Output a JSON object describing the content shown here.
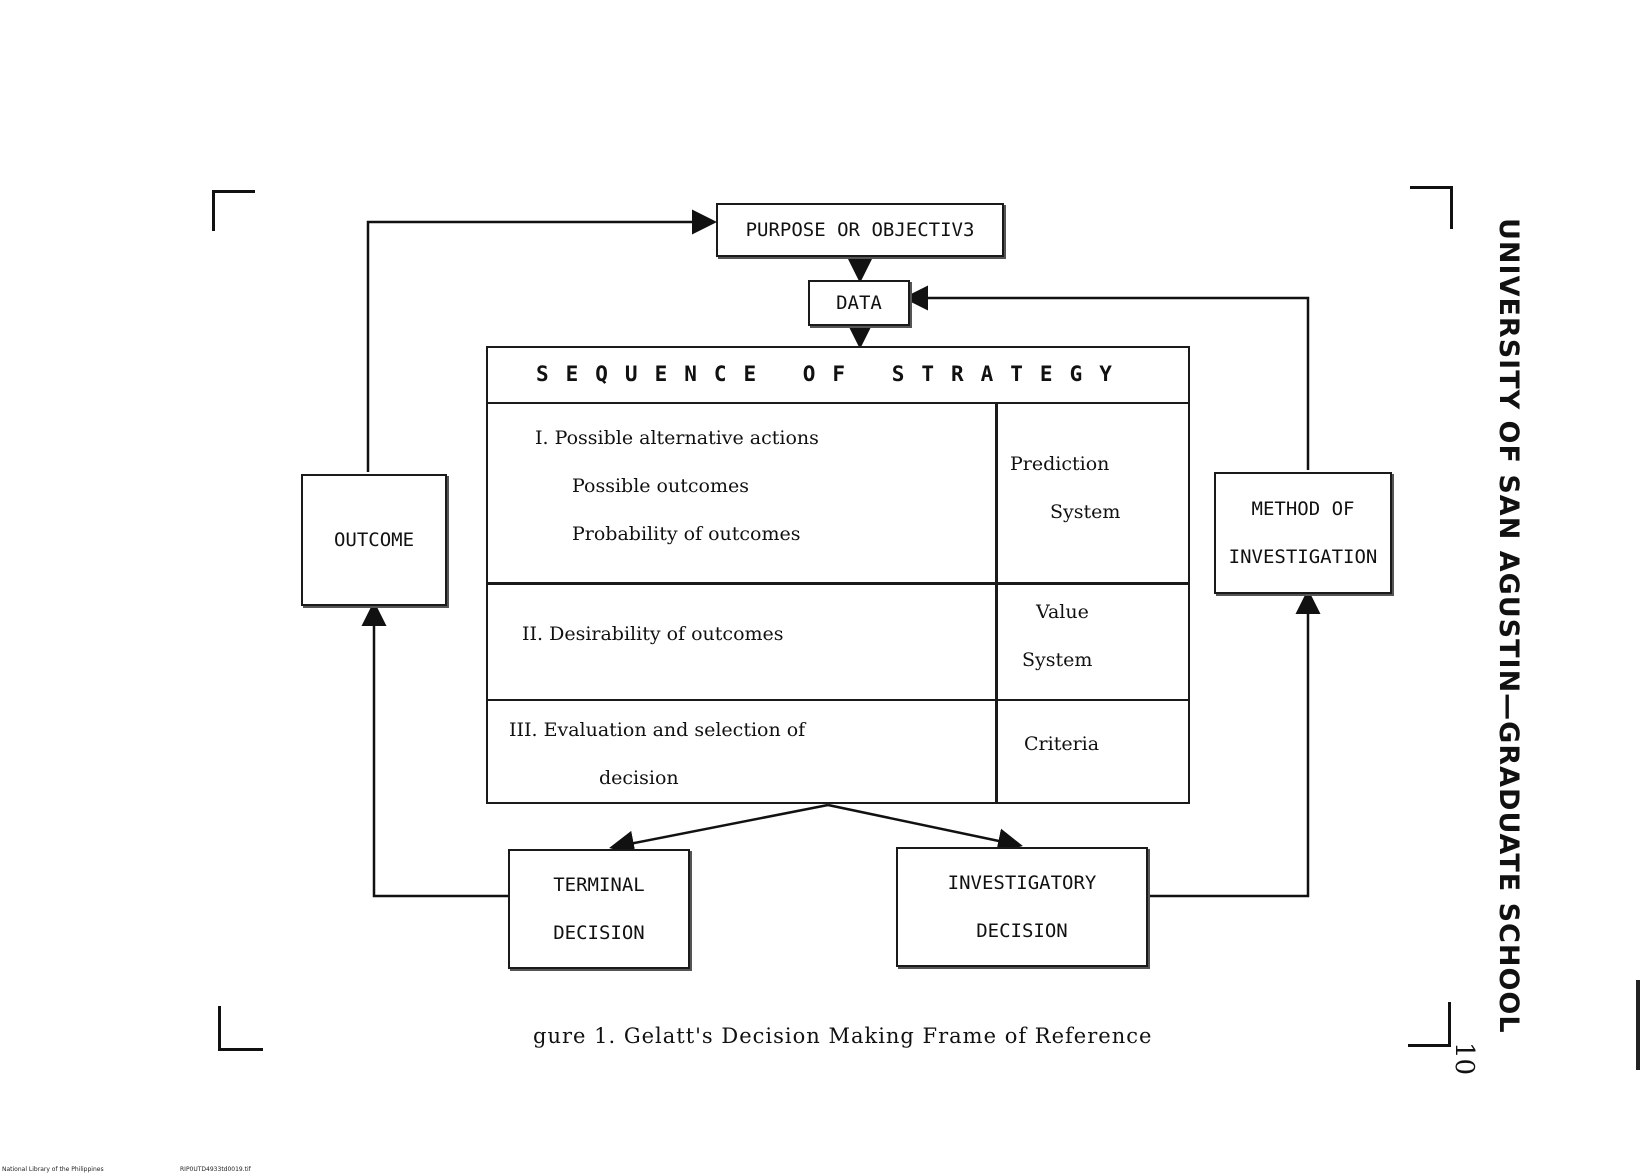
{
  "diagram": {
    "purpose": "PURPOSE OR OBJECTIV3",
    "data": "DATA",
    "strategy_title": "SEQUENCE OF STRATEGY",
    "rows": [
      {
        "left_lines": [
          "I. Possible alternative actions",
          "Possible outcomes",
          "Probability of outcomes"
        ],
        "right_lines": [
          "Prediction",
          "System"
        ]
      },
      {
        "left_lines": [
          "II. Desirability of outcomes"
        ],
        "right_lines": [
          "Value",
          "System"
        ]
      },
      {
        "left_lines": [
          "III. Evaluation and selection of",
          "decision"
        ],
        "right_lines": [
          "Criteria"
        ]
      }
    ],
    "outcome": "OUTCOME",
    "method": [
      "METHOD OF",
      "INVESTIGATION"
    ],
    "terminal": [
      "TERMINAL",
      "DECISION"
    ],
    "investigatory": [
      "INVESTIGATORY",
      "DECISION"
    ]
  },
  "caption": "gure 1.  Gelatt's Decision Making Frame of Reference",
  "side_title": "UNIVERSITY OF SAN AGUSTIN—GRADUATE SCHOOL",
  "page_number": "10",
  "footer": {
    "left": "National Library of the Philippines",
    "right": "RIP0UTD4933td0019.tif"
  }
}
